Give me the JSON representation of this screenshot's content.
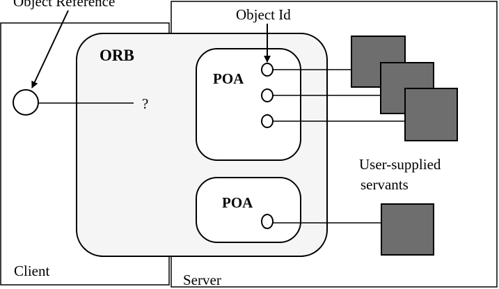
{
  "labels": {
    "object_reference": "Object Reference",
    "object_id": "Object Id",
    "orb": "ORB",
    "poa_top": "POA",
    "poa_bottom": "POA",
    "unknown": "?",
    "servants_line1": "User-supplied",
    "servants_line2": "servants",
    "client": "Client",
    "server": "Server"
  },
  "colors": {
    "line": "#000000",
    "orb_fill": "#f5f5f5",
    "poa_fill": "#ffffff",
    "servant_fill": "#6e6e6e"
  }
}
